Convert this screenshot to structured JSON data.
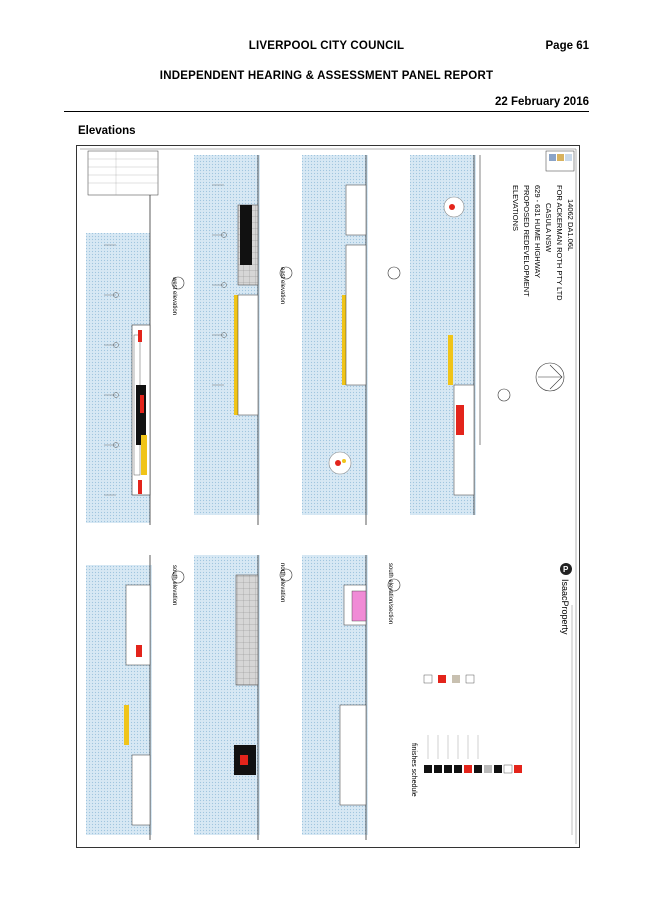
{
  "header": {
    "organisation": "LIVERPOOL CITY COUNCIL",
    "page": "Page 61",
    "report_title": "INDEPENDENT HEARING & ASSESSMENT PANEL REPORT",
    "date": "22 February 2016"
  },
  "section_heading": "Elevations",
  "drawing": {
    "title_block": {
      "drawing_title": "ELEVATIONS",
      "project": "PROPOSED REDEVELOPMENT",
      "address": "629 - 631 HUME HIGHWAY",
      "suburb": "CASULA NSW",
      "client": "FOR ACKERMAN ROTH PTY LTD",
      "drawing_number": "14062 DA1.06L",
      "firm": "IsaacProperty",
      "firm_initial": "P"
    },
    "elevation_labels": {
      "west_elevation": "west elevation",
      "south_elevation": "south elevation",
      "east_elevation": "east elevation",
      "north_elevation": "north elevation",
      "south_elevation_section": "south elevation/section"
    },
    "finishes_schedule_title": "finishes schedule",
    "colors": {
      "sky": "#cfe4f2",
      "sky_dots": "#a9cbe3",
      "red": "#e3241b",
      "yellow": "#f0c419",
      "black": "#111111",
      "pink": "#f08bd6",
      "grey": "#b9b9b9"
    }
  }
}
